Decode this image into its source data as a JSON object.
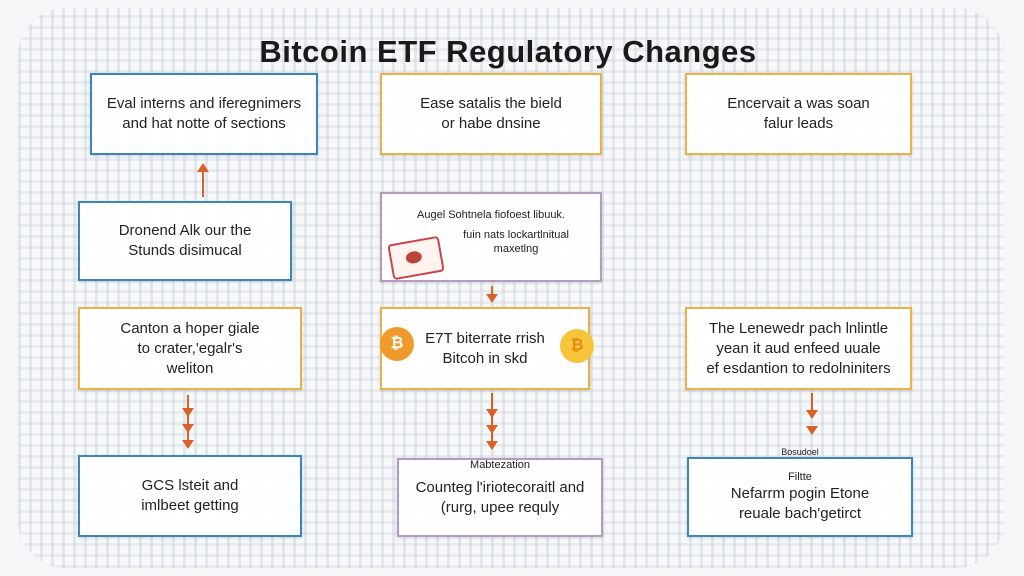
{
  "title": "Bitcoin ETF Regulatory Changes",
  "boxes": {
    "a1": {
      "lines": [
        "Eval interns and iferegnimers",
        "and hat notte of sections"
      ]
    },
    "b1": {
      "lines": [
        "Ease satalis the bield",
        "or habe dnsine"
      ]
    },
    "c1": {
      "lines": [
        "Encervait a was soan",
        "falur leads"
      ]
    },
    "a2": {
      "lines": [
        "Dronend Alk our the",
        "Stunds disimucal"
      ]
    },
    "b2": {
      "lines": [
        "Augel Sohtnela fiofoest libuuk.",
        "fuin nats lockartlnitual",
        "maxetlng"
      ]
    },
    "a3": {
      "lines": [
        "Canton a hoper giale",
        "to crater,'egalr's",
        "weliton"
      ]
    },
    "b3": {
      "lines": [
        "E7T biterrate rrish",
        "Bitcoh in skd"
      ]
    },
    "c3": {
      "lines": [
        "The Lenewedr pach lnlintle",
        "yean it aud enfeed uuale",
        "ef esdantion to redolniniters"
      ]
    },
    "a4": {
      "lines": [
        "GCS lsteit and",
        "imlbeet getting"
      ]
    },
    "b4": {
      "label": "Mabtezation",
      "lines": [
        "Counteg l'iriotecoraitl and",
        "(rurg, upee requly"
      ]
    },
    "c4": {
      "label": "Bosudoel",
      "sublabel": "Filtte",
      "lines": [
        "Nefarrm pogin Etone",
        "reuale bach'getirct"
      ]
    }
  },
  "icons": {
    "coin_left": "bitcoin-icon",
    "coin_right": "bitcoin-icon",
    "document": "document-icon"
  },
  "colors": {
    "blue": "#3a86b8",
    "orange": "#eab04a",
    "purple": "#b69ac2",
    "arrow": "#d9622b"
  }
}
